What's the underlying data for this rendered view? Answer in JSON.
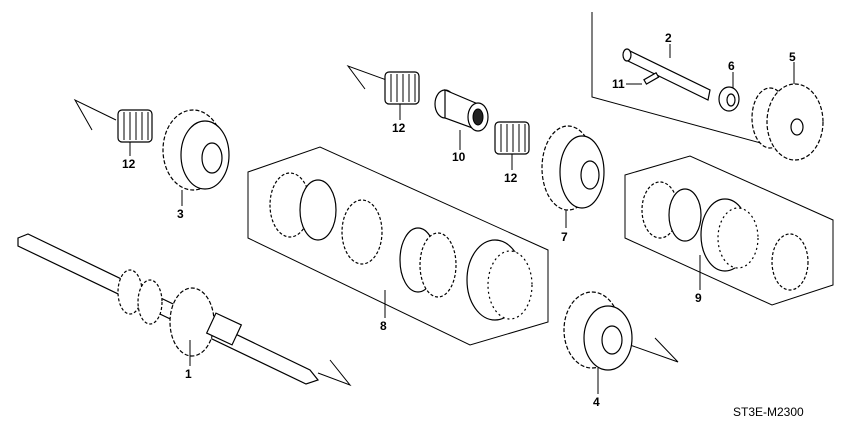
{
  "diagram_code": "ST3E-M2300",
  "callouts": [
    {
      "id": "1",
      "text": "1"
    },
    {
      "id": "2",
      "text": "2"
    },
    {
      "id": "3",
      "text": "3"
    },
    {
      "id": "4",
      "text": "4"
    },
    {
      "id": "5",
      "text": "5"
    },
    {
      "id": "6",
      "text": "6"
    },
    {
      "id": "7",
      "text": "7"
    },
    {
      "id": "8",
      "text": "8"
    },
    {
      "id": "9",
      "text": "9"
    },
    {
      "id": "10",
      "text": "10"
    },
    {
      "id": "11",
      "text": "11"
    },
    {
      "id": "12a",
      "text": "12"
    },
    {
      "id": "12b",
      "text": "12"
    },
    {
      "id": "12c",
      "text": "12"
    }
  ]
}
